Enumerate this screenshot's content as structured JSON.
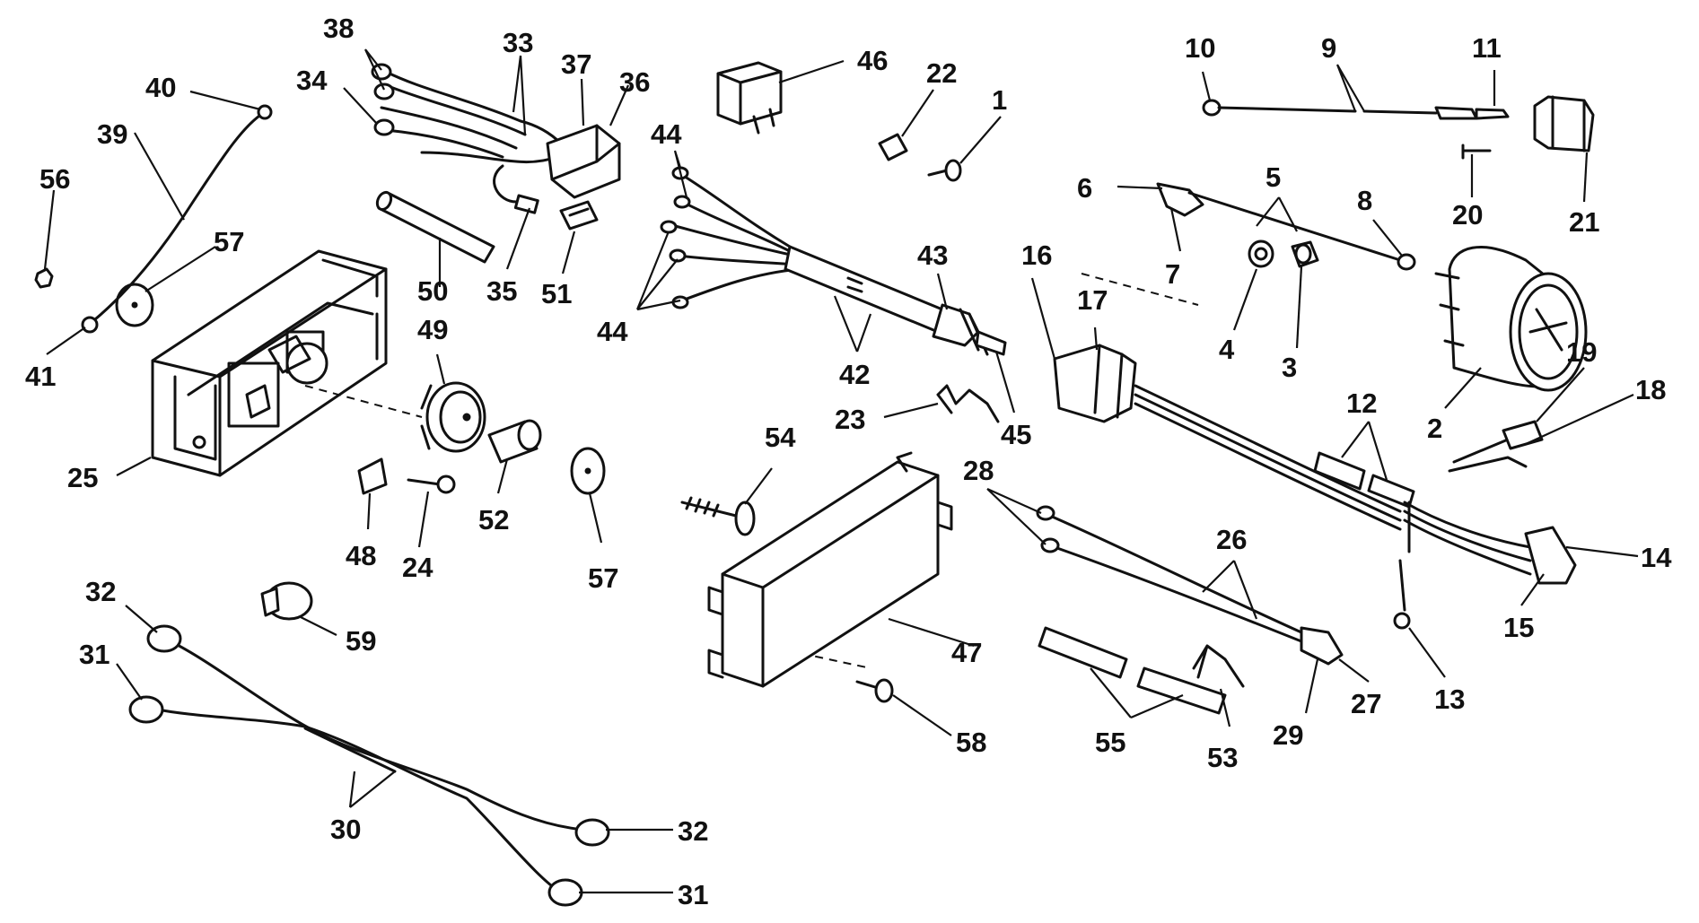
{
  "diagram": {
    "callouts": [
      "1",
      "2",
      "3",
      "4",
      "5",
      "6",
      "7",
      "8",
      "9",
      "10",
      "11",
      "12",
      "13",
      "14",
      "15",
      "16",
      "17",
      "18",
      "19",
      "20",
      "21",
      "22",
      "23",
      "24",
      "25",
      "26",
      "27",
      "28",
      "29",
      "30",
      "31",
      "32",
      "33",
      "34",
      "35",
      "36",
      "37",
      "38",
      "39",
      "40",
      "41",
      "42",
      "43",
      "44",
      "45",
      "46",
      "47",
      "48",
      "49",
      "50",
      "51",
      "52",
      "53",
      "54",
      "55",
      "56",
      "57",
      "58",
      "59"
    ]
  }
}
